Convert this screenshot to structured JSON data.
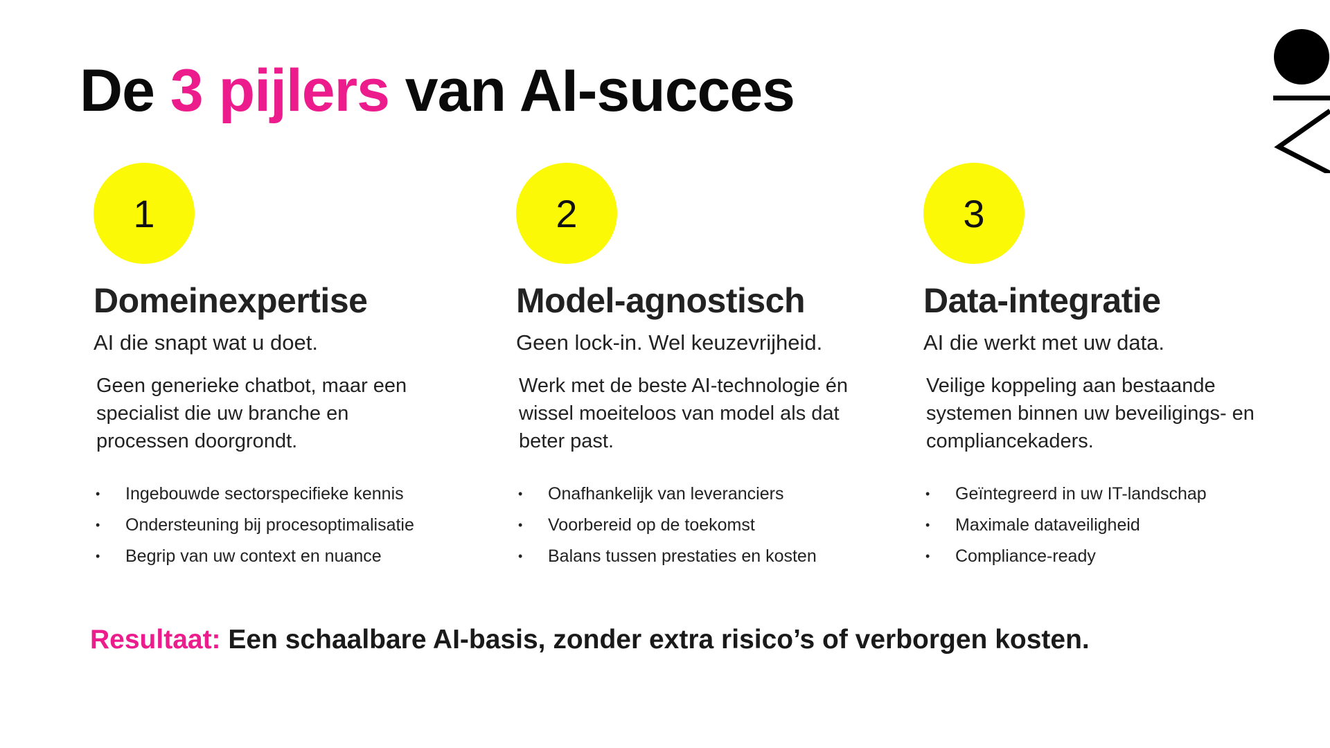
{
  "title": {
    "prefix": "De ",
    "accent": "3 pijlers",
    "suffix": " van AI-succes"
  },
  "colors": {
    "accent": "#ec1c8c",
    "badge": "#fbf905",
    "text": "#222222"
  },
  "logo": {
    "icon": "brand-logo-mark"
  },
  "pillars": [
    {
      "number": "1",
      "heading": "Domeinexpertise",
      "subheading": "AI die snapt wat u doet.",
      "body": "Geen generieke chatbot, maar een specialist die uw branche en processen doorgrondt.",
      "bullets": [
        "Ingebouwde sectorspecifieke kennis",
        "Ondersteuning bij procesoptimalisatie",
        "Begrip van uw context en nuance"
      ]
    },
    {
      "number": "2",
      "heading": "Model-agnostisch",
      "subheading": "Geen lock-in. Wel keuzevrijheid.",
      "body": "Werk met de beste AI-technologie én wissel moeiteloos van model als dat beter past.",
      "bullets": [
        "Onafhankelijk van leveranciers",
        "Voorbereid op de toekomst",
        "Balans tussen prestaties en kosten"
      ]
    },
    {
      "number": "3",
      "heading": "Data-integratie",
      "subheading": "AI die werkt met uw data.",
      "body": "Veilige koppeling aan bestaande systemen binnen uw beveiligings- en compliancekaders.",
      "bullets": [
        "Geïntegreerd in uw IT-landschap",
        "Maximale dataveiligheid",
        "Compliance-ready"
      ]
    }
  ],
  "bullet_symbol": "•",
  "result": {
    "label": "Resultaat:",
    "text": " Een schaalbare AI-basis, zonder extra risico’s of verborgen kosten."
  }
}
